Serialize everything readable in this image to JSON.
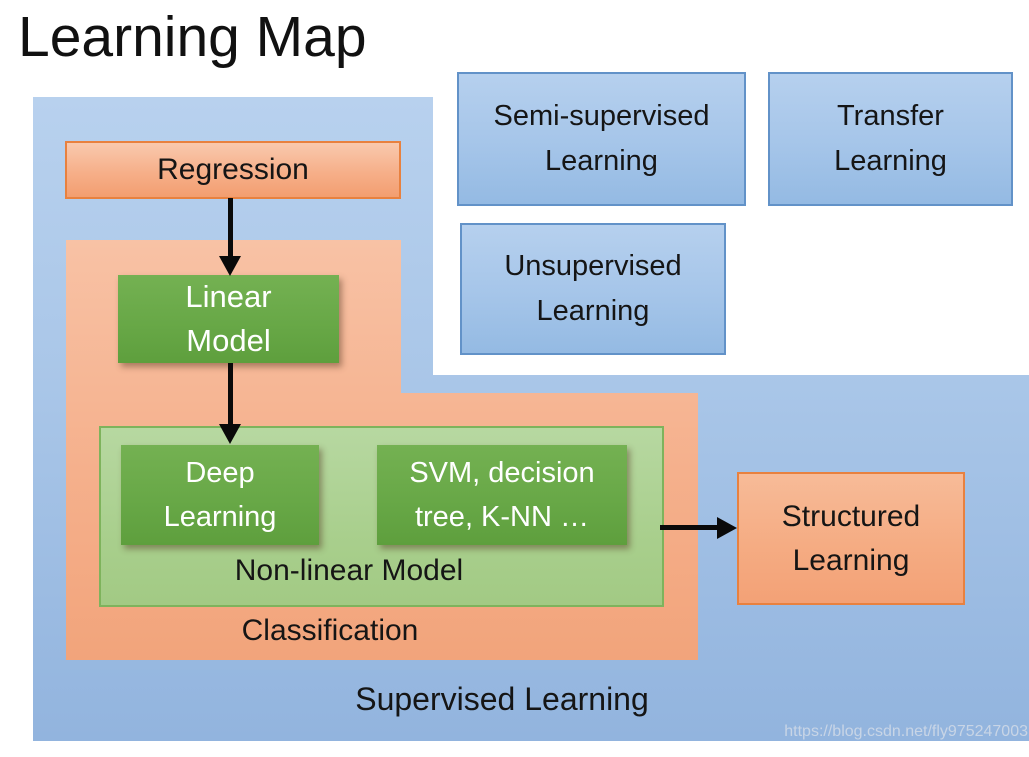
{
  "title": "Learning Map",
  "watermark": "https://blog.csdn.net/fly975247003",
  "regions": {
    "supervised": {
      "label": "Supervised Learning"
    },
    "classification": {
      "label": "Classification"
    },
    "nonlinear_model": {
      "label": "Non-linear Model"
    }
  },
  "boxes": {
    "regression": {
      "label": "Regression"
    },
    "linear_model": {
      "label": "Linear\nModel"
    },
    "deep_learning": {
      "label": "Deep\nLearning"
    },
    "svm_decision_tree_knn": {
      "label": "SVM, decision\ntree, K-NN …"
    },
    "semi_supervised": {
      "label": "Semi-supervised\nLearning"
    },
    "transfer": {
      "label": "Transfer\nLearning"
    },
    "unsupervised": {
      "label": "Unsupervised\nLearning"
    },
    "structured": {
      "label": "Structured\nLearning"
    }
  },
  "arrows": [
    {
      "from": "regression",
      "to": "linear_model",
      "direction": "down"
    },
    {
      "from": "linear_model",
      "to": "deep_learning",
      "direction": "down"
    },
    {
      "from": "nonlinear_model",
      "to": "structured",
      "direction": "right"
    }
  ],
  "colors": {
    "blue_region": "#a9c6e8",
    "blue_box_fill": "#a5c5e9",
    "blue_box_border": "#6292c8",
    "orange_region": "#f5b08c",
    "orange_box_fill": "#f6af89",
    "orange_box_border": "#e8813f",
    "green_box_fill": "#68a847",
    "light_green_region": "#a9cf8d",
    "light_green_border": "#7eb35c",
    "arrow": "#0a0a0a",
    "text_dark": "#151515",
    "text_light": "#ffffff",
    "watermark_text": "#c8d5e6"
  }
}
